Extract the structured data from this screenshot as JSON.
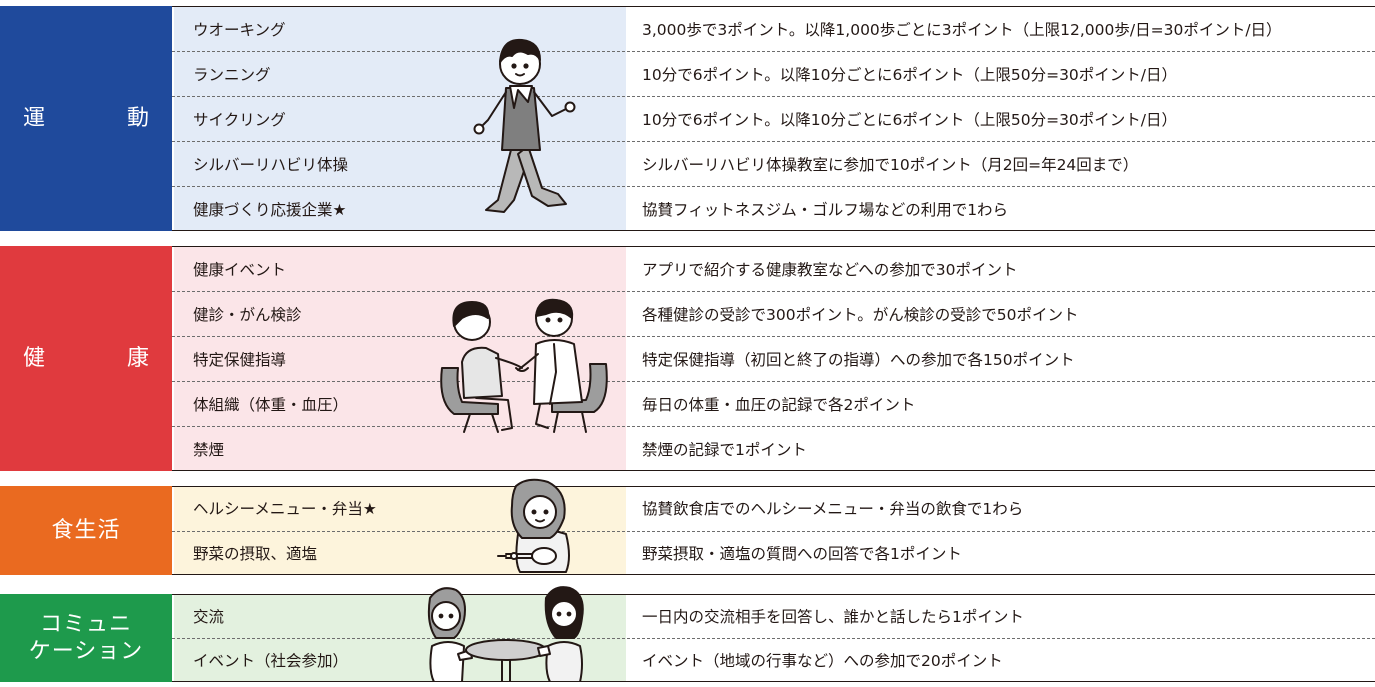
{
  "sections": [
    {
      "category": "運　動",
      "color": "#1f4a9c",
      "bg": "#e3ebf7",
      "rows": [
        {
          "name": "ウオーキング",
          "desc": "3,000歩で3ポイント。以降1,000歩ごとに3ポイント（上限12,000歩/日=30ポイント/日）"
        },
        {
          "name": "ランニング",
          "desc": "10分で6ポイント。以降10分ごとに6ポイント（上限50分=30ポイント/日）"
        },
        {
          "name": "サイクリング",
          "desc": "10分で6ポイント。以降10分ごとに6ポイント（上限50分=30ポイント/日）"
        },
        {
          "name": "シルバーリハビリ体操",
          "desc": "シルバーリハビリ体操教室に参加で10ポイント（月2回=年24回まで）"
        },
        {
          "name": "健康づくり応援企業★",
          "desc": "協賛フィットネスジム・ゴルフ場などの利用で1わら"
        }
      ]
    },
    {
      "category": "健　康",
      "color": "#e03a3e",
      "bg": "#fbe5e8",
      "rows": [
        {
          "name": "健康イベント",
          "desc": "アプリで紹介する健康教室などへの参加で30ポイント"
        },
        {
          "name": "健診・がん検診",
          "desc": "各種健診の受診で300ポイント。がん検診の受診で50ポイント"
        },
        {
          "name": "特定保健指導",
          "desc": "特定保健指導（初回と終了の指導）への参加で各150ポイント"
        },
        {
          "name": "体組織（体重・血圧）",
          "desc": "毎日の体重・血圧の記録で各2ポイント"
        },
        {
          "name": "禁煙",
          "desc": "禁煙の記録で1ポイント"
        }
      ]
    },
    {
      "category": "食生活",
      "color": "#ea6a20",
      "bg": "#fdf4dc",
      "rows": [
        {
          "name": "ヘルシーメニュー・弁当★",
          "desc": "協賛飲食店でのヘルシーメニュー・弁当の飲食で1わら"
        },
        {
          "name": "野菜の摂取、適塩",
          "desc": "野菜摂取・適塩の質問への回答で各1ポイント"
        }
      ]
    },
    {
      "category": "コミュニ\nケーション",
      "color": "#1e9a4c",
      "bg": "#e3f1df",
      "rows": [
        {
          "name": "交流",
          "desc": "一日内の交流相手を回答し、誰かと話したら1ポイント"
        },
        {
          "name": "イベント（社会参加）",
          "desc": "イベント（地域の行事など）への参加で20ポイント"
        }
      ]
    }
  ]
}
